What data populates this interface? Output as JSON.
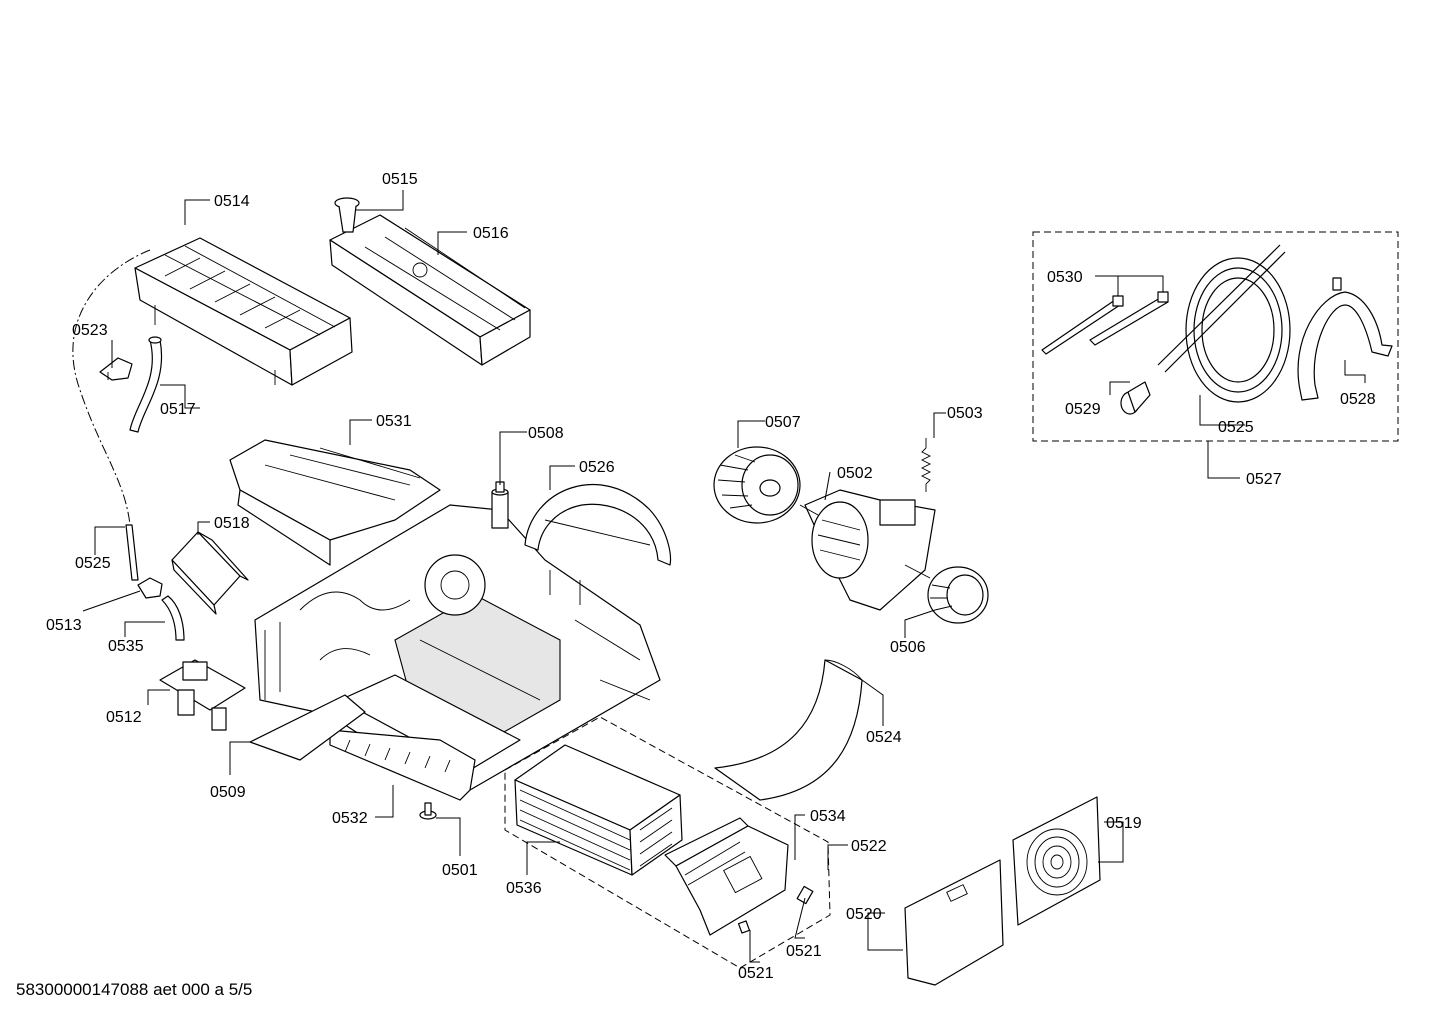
{
  "labels": {
    "p0501": "0501",
    "p0502": "0502",
    "p0503": "0503",
    "p0506": "0506",
    "p0507": "0507",
    "p0508": "0508",
    "p0509": "0509",
    "p0512": "0512",
    "p0513": "0513",
    "p0514": "0514",
    "p0515": "0515",
    "p0516": "0516",
    "p0517": "0517",
    "p0518": "0518",
    "p0519": "0519",
    "p0520": "0520",
    "p0521a": "0521",
    "p0521b": "0521",
    "p0522": "0522",
    "p0523": "0523",
    "p0524": "0524",
    "p0525a": "0525",
    "p0525b": "0525",
    "p0526": "0526",
    "p0527": "0527",
    "p0528": "0528",
    "p0529": "0529",
    "p0530": "0530",
    "p0531": "0531",
    "p0532": "0532",
    "p0534": "0534",
    "p0535": "0535",
    "p0536": "0536"
  },
  "footer": "58300000147088 aet 000 a 5/5"
}
